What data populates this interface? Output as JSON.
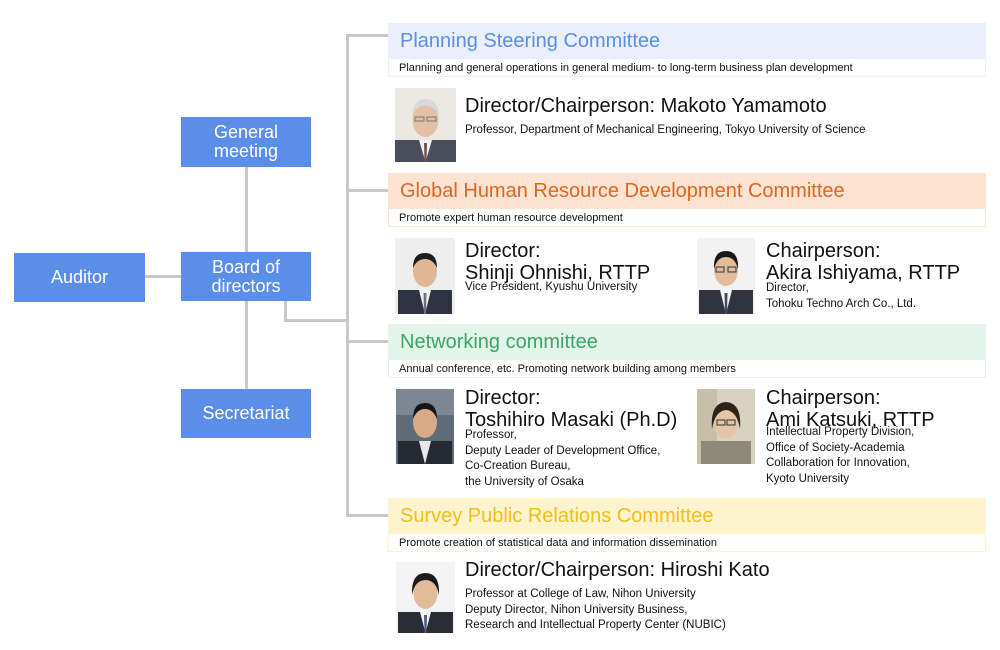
{
  "left_nodes": {
    "general_meeting": [
      "General",
      "meeting"
    ],
    "auditor": "Auditor",
    "board": [
      "Board of",
      "directors"
    ],
    "secretariat": "Secretariat"
  },
  "colors": {
    "node_blue": "#5b8ee8",
    "planning": "#5b8ee8",
    "global": "#e0651f",
    "networking": "#3aa66a",
    "survey": "#f4bd19"
  },
  "committees": {
    "planning": {
      "title": "Planning Steering Committee",
      "desc": "Planning and general operations in general medium- to long-term business plan development",
      "person": {
        "title": "Director/Chairperson: Makoto Yamamoto",
        "lines": [
          "Professor, Department of Mechanical Engineering, Tokyo University of Science"
        ]
      }
    },
    "global": {
      "title": "Global Human Resource Development Committee",
      "desc": "Promote expert human resource development",
      "people": [
        {
          "title": [
            "Director:",
            "Shinji Ohnishi, RTTP"
          ],
          "lines": [
            "Vice President, Kyushu University"
          ]
        },
        {
          "title": [
            "Chairperson:",
            "Akira Ishiyama, RTTP"
          ],
          "lines": [
            "Director,",
            "Tohoku Techno Arch Co., Ltd."
          ]
        }
      ]
    },
    "networking": {
      "title": "Networking committee",
      "desc": "Annual conference, etc. Promoting network building among members",
      "people": [
        {
          "title": [
            "Director:",
            "Toshihiro Masaki (Ph.D)"
          ],
          "lines": [
            "Professor,",
            "Deputy Leader of Development Office,",
            "Co-Creation Bureau,",
            "the University of Osaka"
          ]
        },
        {
          "title": [
            "Chairperson:",
            "Ami Katsuki, RTTP"
          ],
          "lines": [
            "Intellectual Property Division,",
            "Office of Society-Academia",
            "Collaboration for Innovation,",
            "Kyoto University"
          ]
        }
      ]
    },
    "survey": {
      "title": "Survey Public Relations Committee",
      "desc": "Promote creation of statistical data and information dissemination",
      "person": {
        "title": "Director/Chairperson: Hiroshi Kato",
        "lines": [
          "Professor at College of Law, Nihon University",
          "Deputy Director, Nihon University Business,",
          "Research and Intellectual Property Center (NUBIC)"
        ]
      }
    }
  }
}
